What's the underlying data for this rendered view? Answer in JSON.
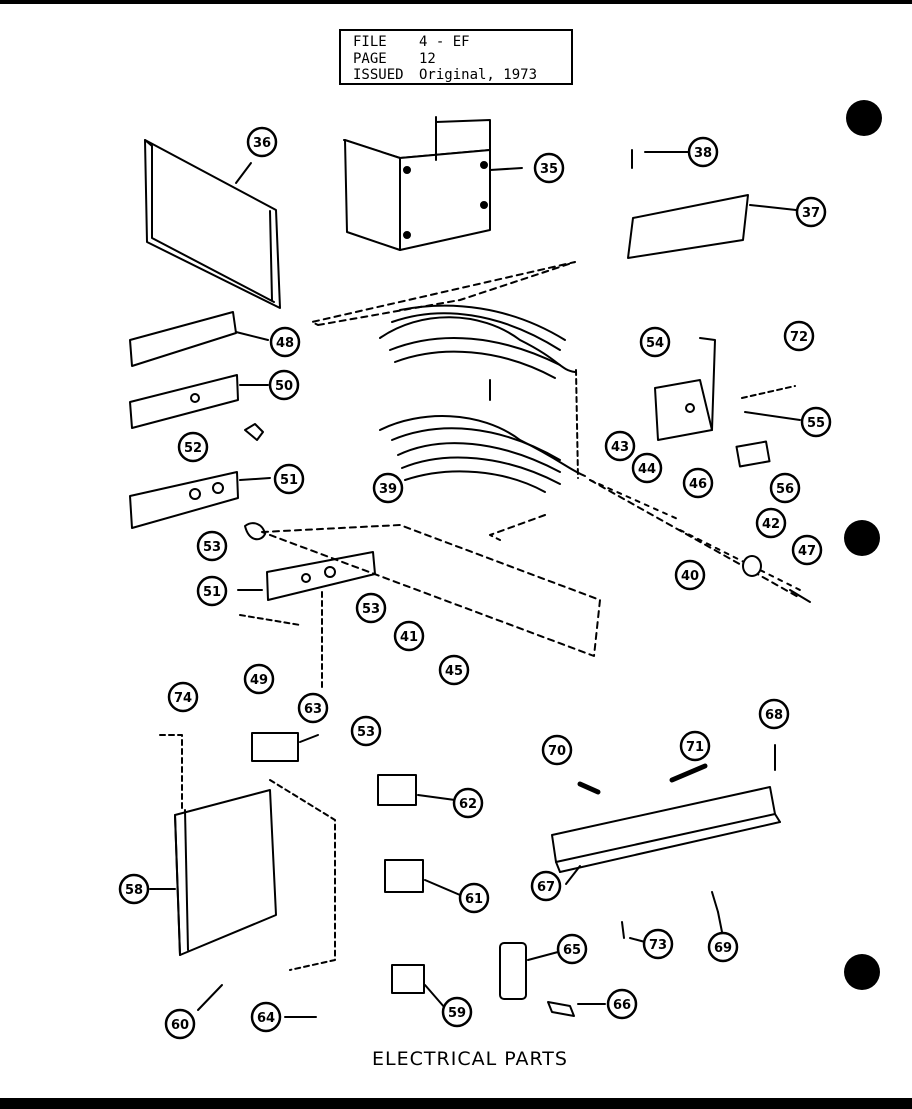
{
  "header": {
    "file_label": "FILE",
    "file_value": "4 - EF",
    "page_label": "PAGE",
    "page_value": "12",
    "issued_label": "ISSUED",
    "issued_value": "Original, 1973"
  },
  "caption": "ELECTRICAL PARTS",
  "callouts": [
    "36",
    "35",
    "38",
    "37",
    "48",
    "50",
    "52",
    "51",
    "53",
    "39",
    "43",
    "44",
    "46",
    "42",
    "47",
    "40",
    "54",
    "72",
    "55",
    "56",
    "51",
    "53",
    "41",
    "45",
    "49",
    "53",
    "74",
    "63",
    "62",
    "61",
    "58",
    "60",
    "64",
    "59",
    "70",
    "71",
    "68",
    "67",
    "65",
    "66",
    "73",
    "69"
  ],
  "colors": {
    "ink": "#000000",
    "paper": "#ffffff"
  }
}
